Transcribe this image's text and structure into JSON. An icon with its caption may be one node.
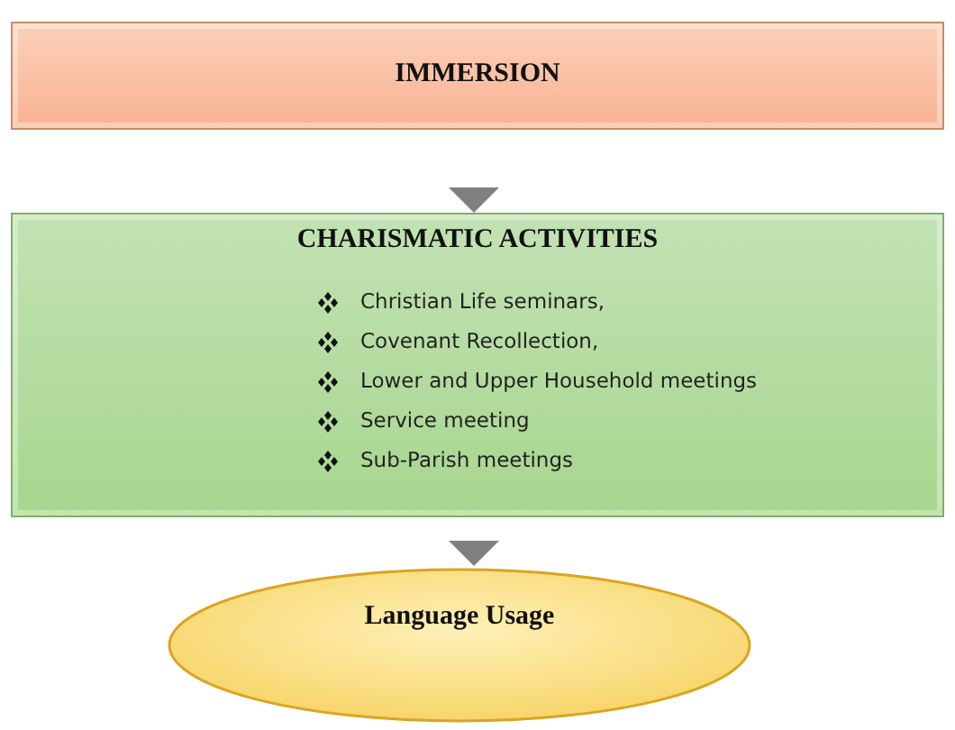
{
  "diagram": {
    "nodes": [
      {
        "text": [
          "IMMERSION"
        ]
      },
      {
        "text": [
          "CHARISMATIC ACTIVITIES",
          "Christian Life seminars,",
          "Covenant Recollection,",
          "Lower and Upper Household meetings",
          "Service meeting",
          "Sub-Parish meetings"
        ]
      },
      {
        "text": [
          "Language Usage"
        ]
      }
    ],
    "edges": [
      {
        "from": 0,
        "to": 1,
        "arrow": "to"
      },
      {
        "from": 1,
        "to": 2,
        "arrow": "to"
      }
    ]
  }
}
